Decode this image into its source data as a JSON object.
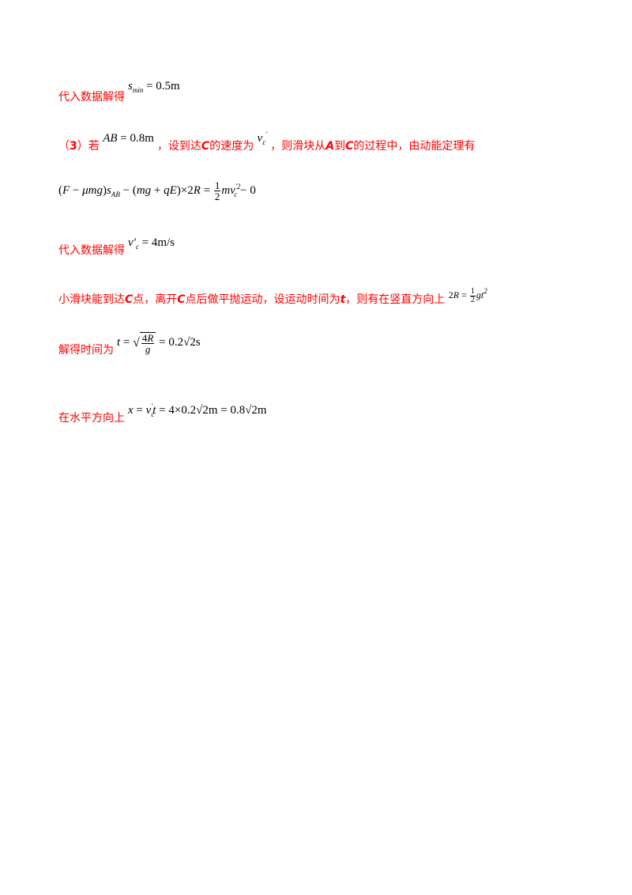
{
  "lines": [
    {
      "text": "代入数据解得",
      "math": "s_min = 0.5m"
    },
    {
      "prefix": "（",
      "part_num": "3",
      "suffix_a": "）若",
      "math_ab": "AB = 0.8m",
      "text_b": "，设到达",
      "point_c": "C",
      "text_c": "的速度为",
      "math_vc": "v'_c",
      "text_d": "，则滑块从",
      "point_a": "A",
      "text_e": "到",
      "point_c2": "C",
      "text_f": "的过程中，由动能定理有"
    },
    {
      "math": "(F − μmg)s_AB − (mg + qE)×2R = ½mv'²_c − 0"
    },
    {
      "text": "代入数据解得",
      "math": "v'_c = 4m/s"
    },
    {
      "text_a": "小滑块能到达",
      "point_c": "C",
      "text_b": "点，离开",
      "point_c2": "C",
      "text_c": "点后做平抛运动，设运动时间为",
      "var_t": "t",
      "text_d": "，则有在竖直方向上",
      "math": "2R = ½gt²"
    },
    {
      "text": "解得时间为",
      "math": "t = √(4R/g) = 0.2√2s"
    },
    {
      "text": "在水平方向上",
      "math": "x = v'_c t = 4×0.2√2m = 0.8√2m"
    }
  ]
}
